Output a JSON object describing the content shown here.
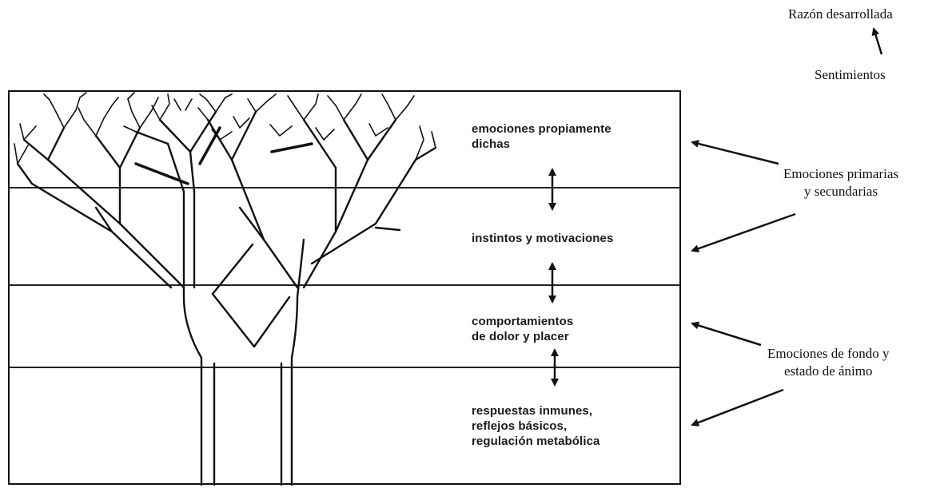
{
  "levels": [
    {
      "lines": [
        "emociones propiamente",
        "dichas"
      ]
    },
    {
      "lines": [
        "instintos y motivaciones"
      ]
    },
    {
      "lines": [
        "comportamientos",
        "de dolor y placer"
      ]
    },
    {
      "lines": [
        "respuestas inmunes,",
        "reflejos básicos,",
        "regulación metabólica"
      ]
    }
  ],
  "annotations": {
    "top": "Razón desarrollada",
    "sentimientos": "Sentimientos",
    "primarias": [
      "Emociones primarias",
      "y secundarias"
    ],
    "fondo": [
      "Emociones de fondo y",
      "estado de ánimo"
    ]
  }
}
